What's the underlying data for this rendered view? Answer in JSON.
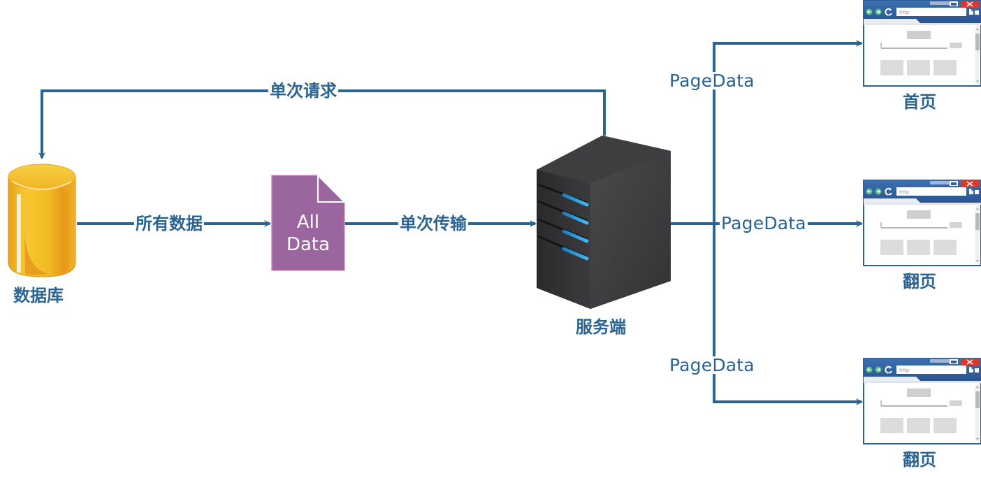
{
  "diagram": {
    "title": "",
    "colors": {
      "arrow": "#2b6391",
      "document_fill": "#9b65a0",
      "document_border": "#d48cc0",
      "database_gold": "#f2b417",
      "server_dark": "#3a3a3c",
      "server_led": "#2a9ad8",
      "browser_blue": "#2f5d9b"
    },
    "nodes": {
      "database": {
        "label": "数据库",
        "icon": "database-cylinder-icon"
      },
      "all_data": {
        "line1": "All",
        "line2": "Data",
        "icon": "document-icon"
      },
      "server": {
        "label": "服务端",
        "icon": "server-tower-icon"
      },
      "browsers": [
        {
          "label": "首页",
          "icon": "browser-window-icon"
        },
        {
          "label": "翻页",
          "icon": "browser-window-icon"
        },
        {
          "label": "翻页",
          "icon": "browser-window-icon"
        }
      ]
    },
    "edges": {
      "request": {
        "label": "单次请求",
        "from": "server",
        "to": "database"
      },
      "all_records": {
        "label": "所有数据",
        "from": "database",
        "to": "all_data"
      },
      "transfer": {
        "label": "单次传输",
        "from": "all_data",
        "to": "server"
      },
      "page_data": [
        {
          "label": "PageData",
          "from": "server",
          "to": "browser-1"
        },
        {
          "label": "PageData",
          "from": "server",
          "to": "browser-2"
        },
        {
          "label": "PageData",
          "from": "server",
          "to": "browser-3"
        }
      ]
    }
  }
}
